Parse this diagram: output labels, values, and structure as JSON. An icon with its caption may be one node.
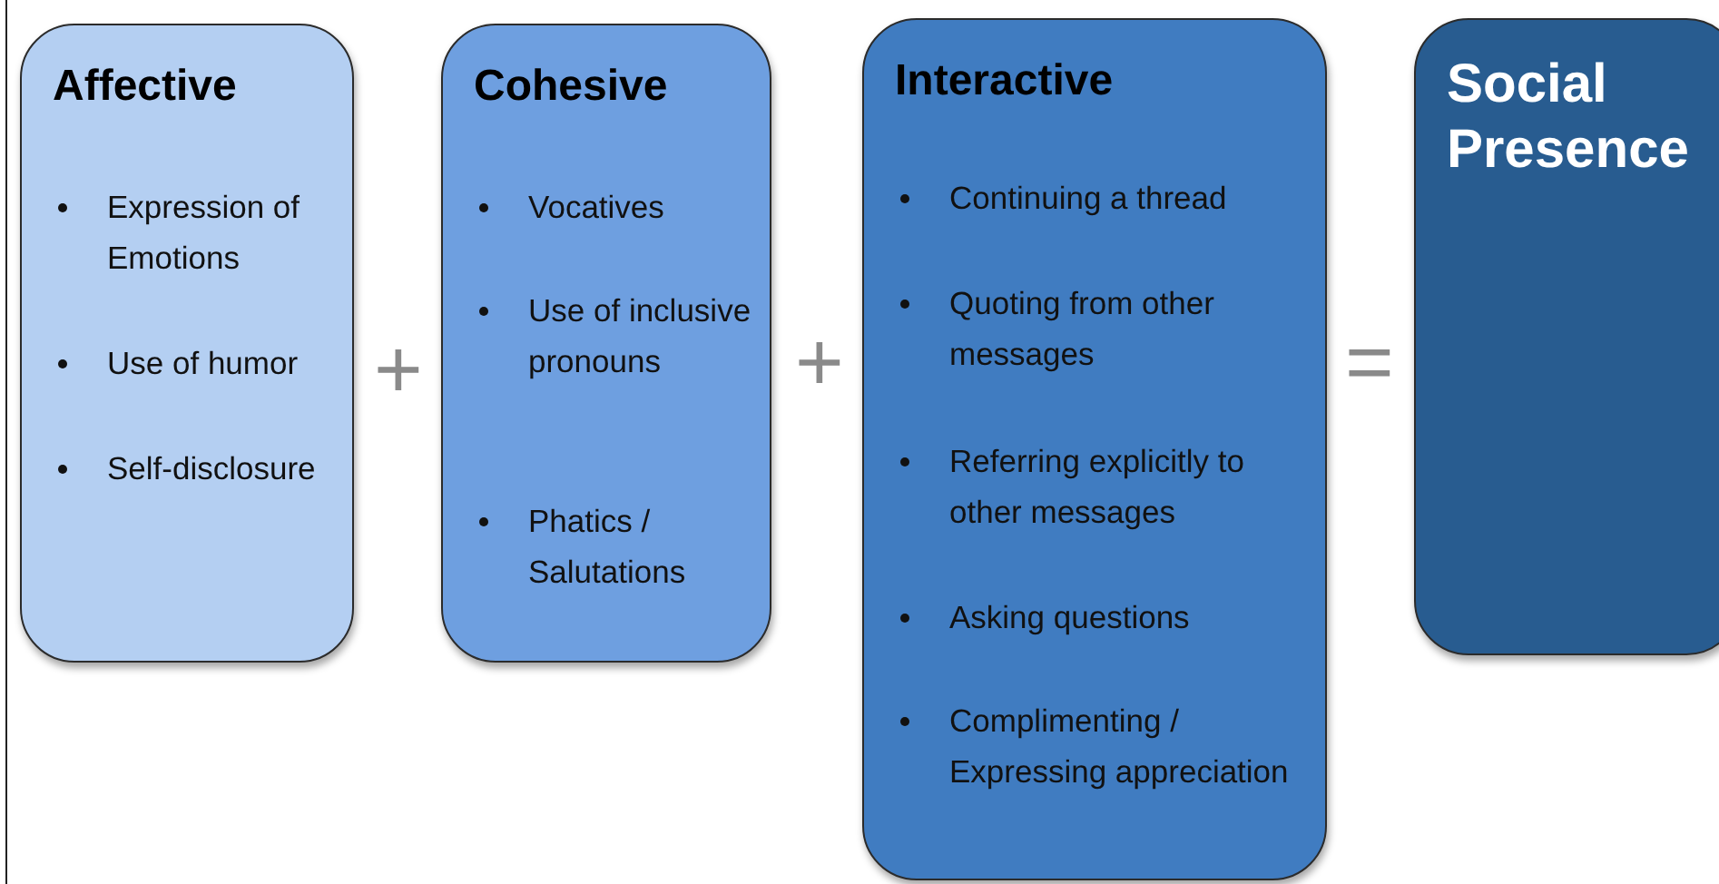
{
  "diagram": {
    "nodes": [
      {
        "text": [
          "Affective",
          "Expression of Emotions",
          "Use of humor",
          "Self-disclosure"
        ]
      },
      {
        "text": [
          "Cohesive",
          "Vocatives",
          "Use of inclusive pronouns",
          "Phatics / Salutations"
        ]
      },
      {
        "text": [
          "Interactive",
          "Continuing a thread",
          "Quoting from other messages",
          "Referring explicitly to other messages",
          "Asking questions",
          "Complimenting / Expressing appreciation"
        ]
      },
      {
        "text": [
          "Social Presence"
        ]
      }
    ],
    "labels": [
      "+",
      "+",
      "="
    ]
  }
}
